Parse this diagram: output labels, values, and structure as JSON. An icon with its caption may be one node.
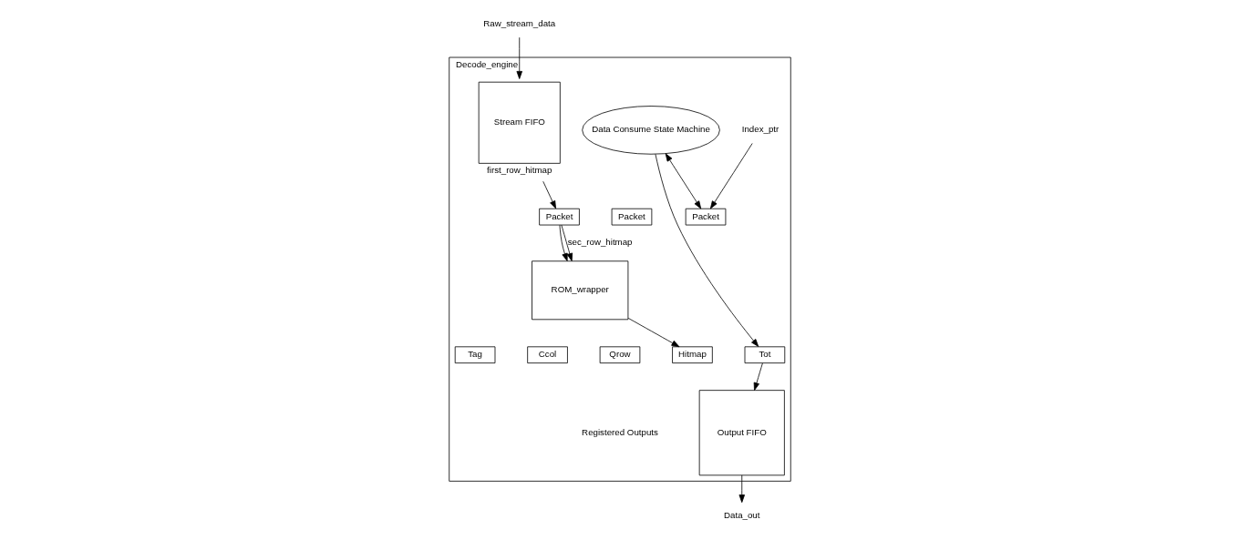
{
  "diagram": {
    "nodes": [
      {
        "text": [
          "Decode_engine"
        ]
      },
      {
        "text": [
          "Raw_stream_data"
        ]
      },
      {
        "text": [
          "Stream FIFO"
        ],
        "in": 0,
        "beside": [
          "first_row_hitmap"
        ]
      },
      {
        "text": [
          "Data Consume State Machine"
        ],
        "in": 0
      },
      {
        "text": [
          "Output FIFO"
        ],
        "in": 0
      },
      {
        "text": [
          "Data_out"
        ]
      },
      {
        "text": [
          "Packet"
        ],
        "in": 0
      },
      {
        "text": [
          "Packet"
        ],
        "in": 0
      },
      {
        "text": [
          "Packet"
        ],
        "in": 0
      },
      {
        "text": [
          "ROM_wrapper"
        ],
        "in": 0
      },
      {
        "text": [
          "Index_ptr"
        ],
        "in": 0
      },
      {
        "text": [
          "Tag"
        ],
        "in": 0
      },
      {
        "text": [
          "Ccol"
        ],
        "in": 0
      },
      {
        "text": [
          "Qrow"
        ],
        "in": 0
      },
      {
        "text": [
          "Hitmap"
        ],
        "in": 0
      },
      {
        "text": [
          "Tot"
        ],
        "in": 0
      }
    ],
    "edges": [
      {
        "from": 1,
        "to": 2,
        "arrow": "to"
      },
      {
        "from": 2,
        "to": 6,
        "arrow": "to"
      },
      {
        "from": 3,
        "to": 8,
        "arrow": "both"
      },
      {
        "from": 6,
        "to": 9,
        "arrow": "to",
        "label": "sec_row_hitmap"
      },
      {
        "from": 6,
        "to": 9,
        "arrow": "to"
      },
      {
        "from": 10,
        "to": 8,
        "arrow": "to"
      },
      {
        "from": 9,
        "to": 14,
        "arrow": "to"
      },
      {
        "from": 3,
        "to": 15,
        "arrow": "to"
      },
      {
        "from": 15,
        "to": 4,
        "arrow": "to"
      },
      {
        "from": 4,
        "to": 5,
        "arrow": "to"
      }
    ],
    "labels": [
      "Registered Outputs"
    ]
  }
}
